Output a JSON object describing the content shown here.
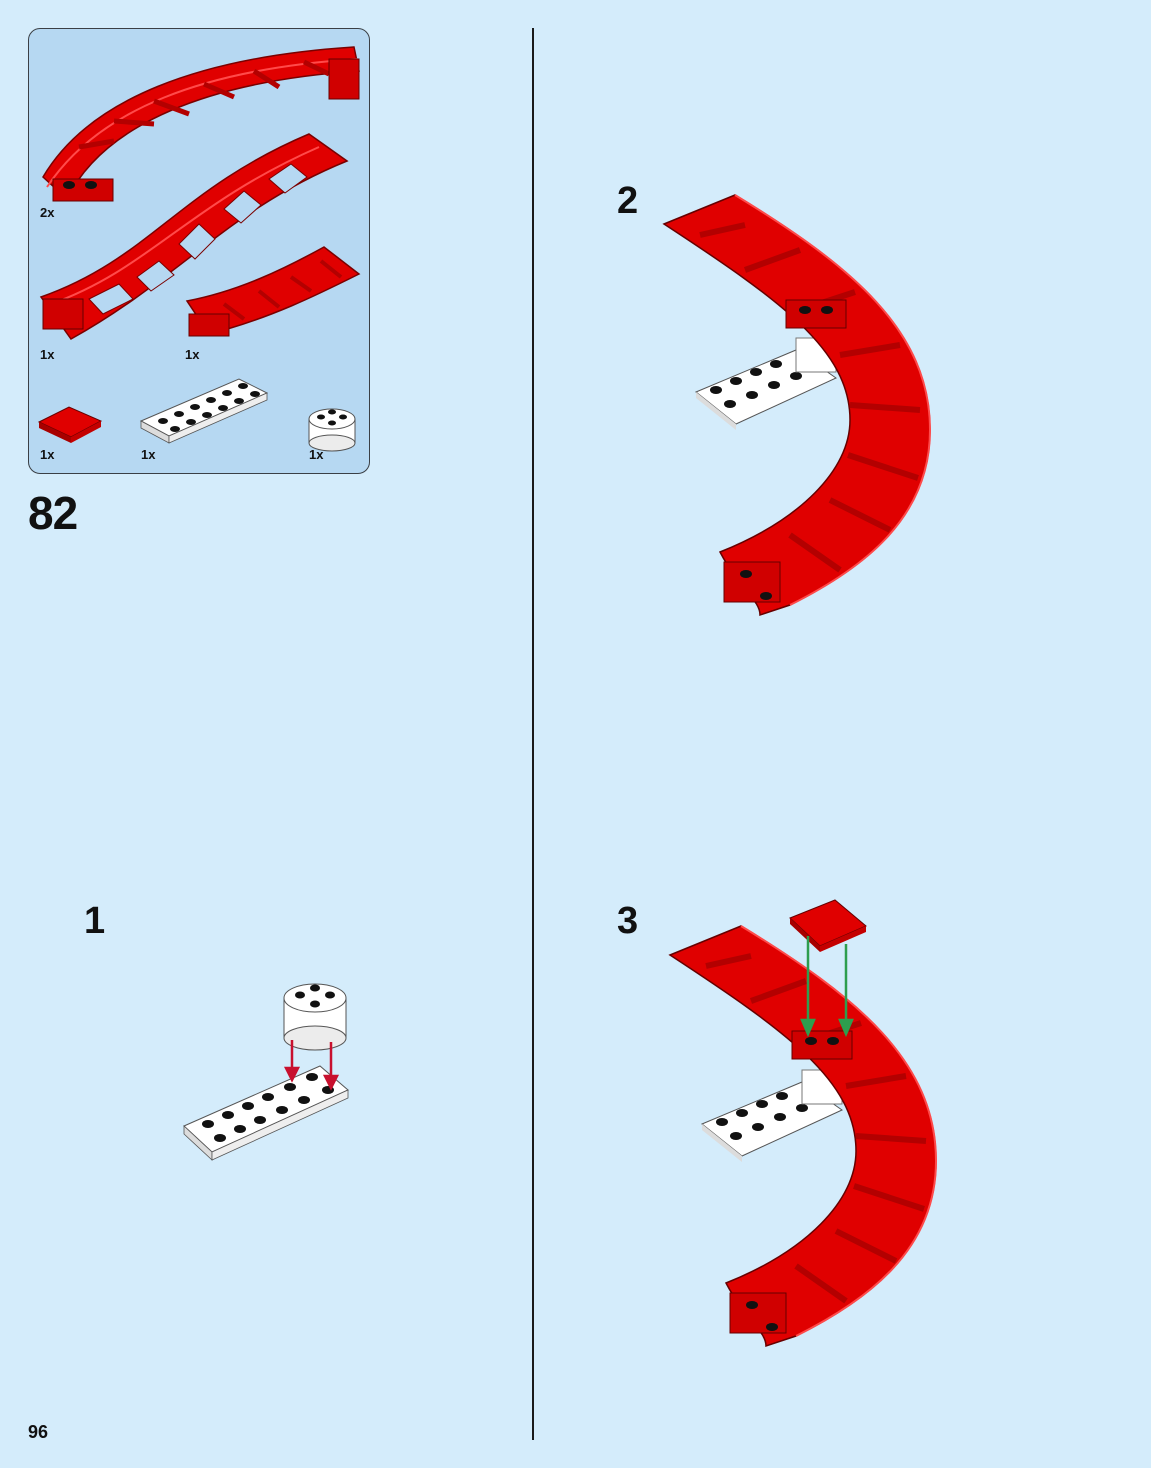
{
  "parts": [
    {
      "qty": "2x",
      "icon": "curved-track-piece"
    },
    {
      "qty": "1x",
      "icon": "long-wavy-track-piece"
    },
    {
      "qty": "1x",
      "icon": "short-track-piece"
    },
    {
      "qty": "1x",
      "icon": "red-tile-2x2"
    },
    {
      "qty": "1x",
      "icon": "white-plate-2x6"
    },
    {
      "qty": "1x",
      "icon": "white-round-brick"
    }
  ],
  "step": "82",
  "substeps": [
    "1",
    "2",
    "3"
  ],
  "page_number": "96",
  "colors": {
    "background": "#d4ecfb",
    "parts_box": "#b6d8f2",
    "track_red": "#e00000",
    "arrow_red": "#c8102e",
    "arrow_green": "#2e9e4e"
  }
}
